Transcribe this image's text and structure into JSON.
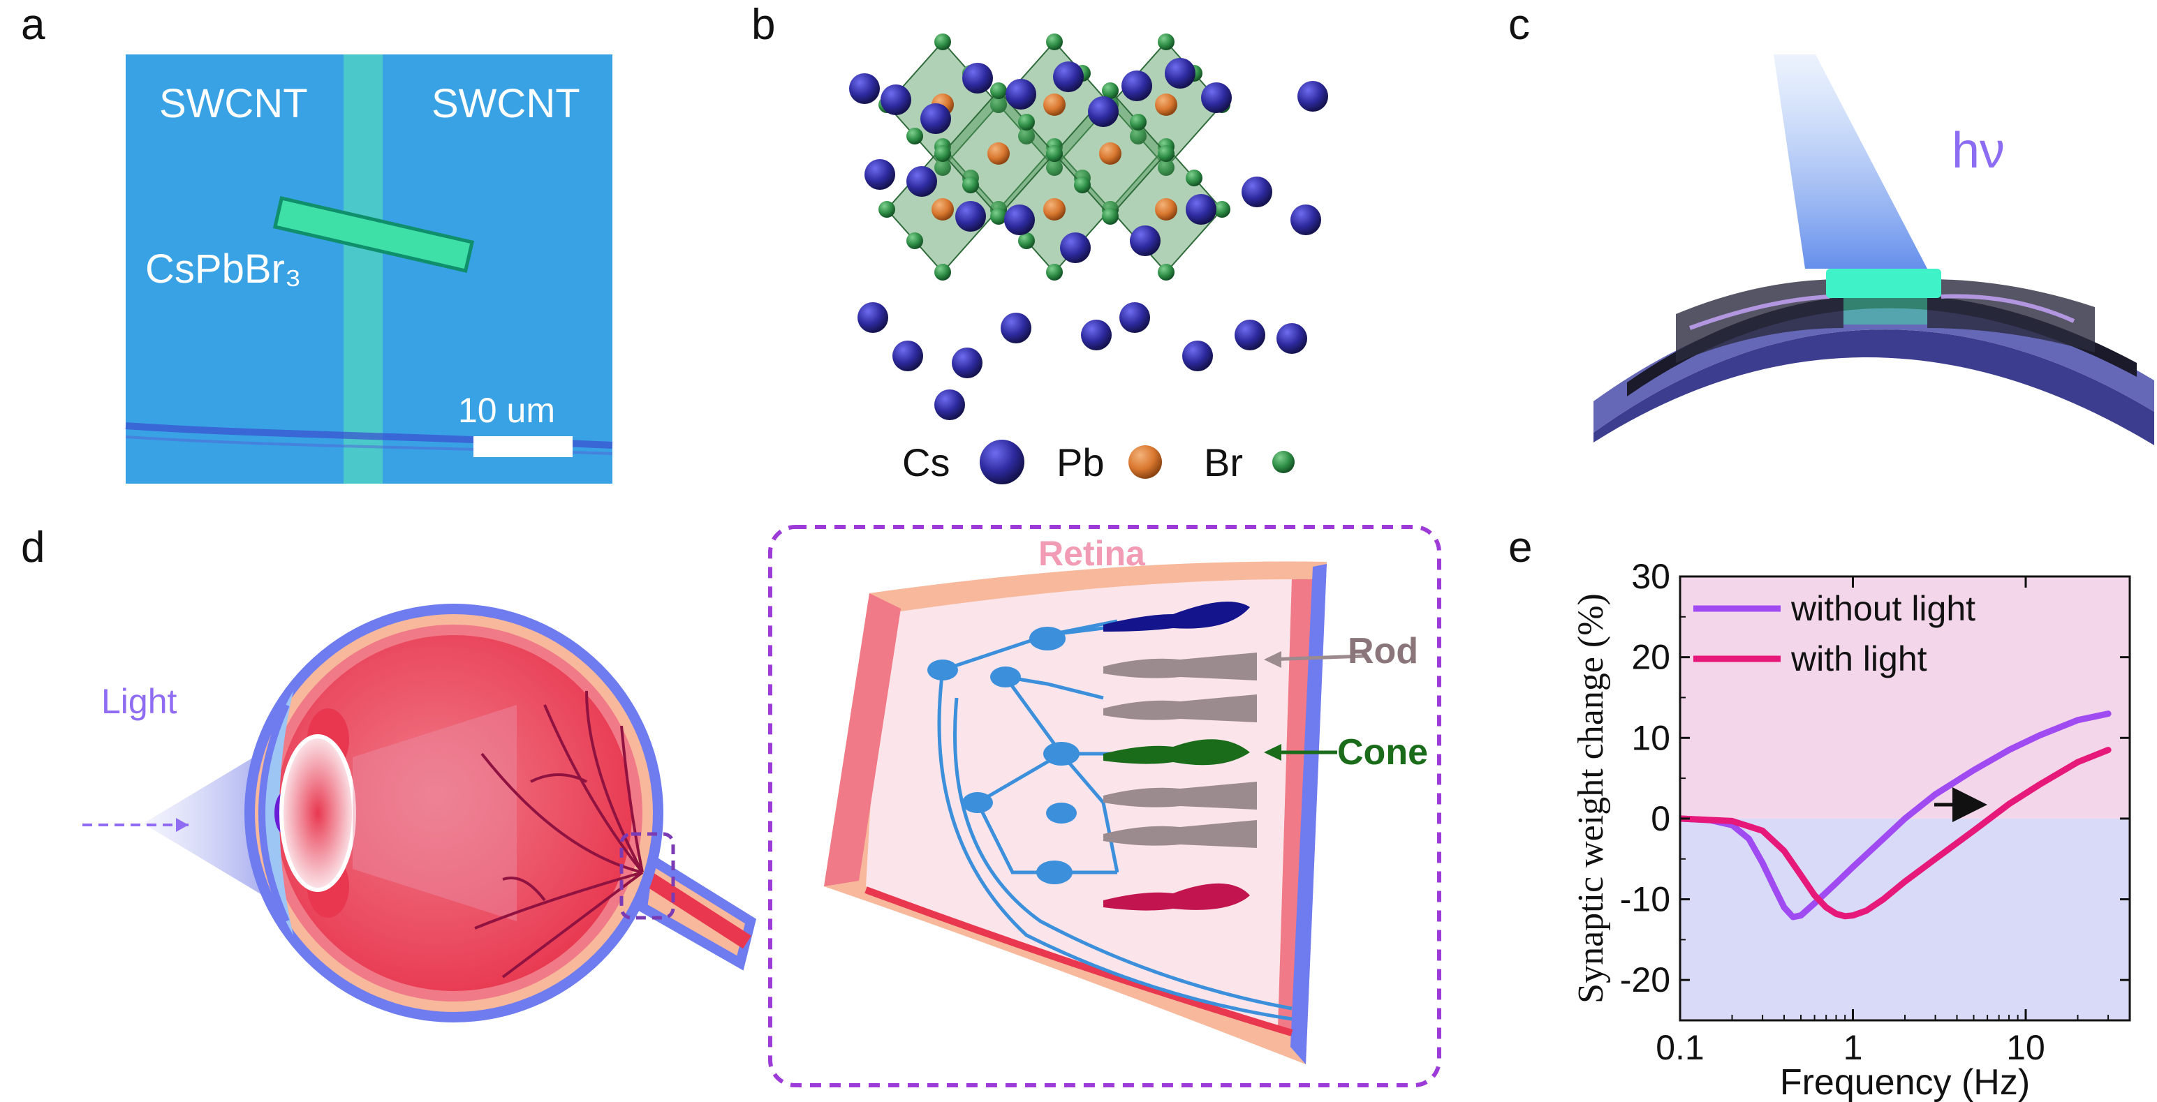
{
  "panels": {
    "a": {
      "letter": "a",
      "left_label": "SWCNT",
      "right_label": "SWCNT",
      "crystal_label": "CsPbBr₃",
      "scale_label": "10 um"
    },
    "b": {
      "letter": "b",
      "legend": [
        {
          "label": "Cs",
          "color": "#2d2a9e"
        },
        {
          "label": "Pb",
          "color": "#d9772f"
        },
        {
          "label": "Br",
          "color": "#2f8f46"
        }
      ]
    },
    "c": {
      "letter": "c",
      "light_label": "hν"
    },
    "d": {
      "letter": "d",
      "light_label": "Light",
      "retina_label": "Retina",
      "rod_label": "Rod",
      "cone_label": "Cone"
    },
    "e": {
      "letter": "e"
    }
  },
  "chart_data": {
    "type": "line",
    "xlabel": "Frequency (Hz)",
    "ylabel": "Synaptic weight change  (%)",
    "x_scale": "log",
    "xlim": [
      0.1,
      40
    ],
    "ylim": [
      -25,
      30
    ],
    "x_ticks": [
      0.1,
      1,
      10
    ],
    "x_tick_labels": [
      "0.1",
      "1",
      "10"
    ],
    "y_ticks": [
      -20,
      -10,
      0,
      10,
      20,
      30
    ],
    "y_tick_labels": [
      "-20",
      "-10",
      "0",
      "10",
      "20",
      "30"
    ],
    "legend_position": "top-left",
    "shading": {
      "above_zero": "#f3d6e9",
      "below_zero": "#d9daf7"
    },
    "series": [
      {
        "name": "without light",
        "color": "#a04bf2",
        "x": [
          0.1,
          0.15,
          0.2,
          0.25,
          0.3,
          0.35,
          0.4,
          0.45,
          0.5,
          0.6,
          0.8,
          1,
          1.5,
          2,
          3,
          5,
          8,
          12,
          20,
          30
        ],
        "y": [
          0,
          -0.2,
          -0.8,
          -2.5,
          -5.5,
          -8.5,
          -11,
          -12.2,
          -12,
          -10.5,
          -8,
          -6,
          -2.5,
          0,
          3,
          6,
          8.5,
          10.3,
          12.2,
          13
        ]
      },
      {
        "name": "with light",
        "color": "#e6197a",
        "x": [
          0.1,
          0.2,
          0.3,
          0.4,
          0.5,
          0.6,
          0.7,
          0.8,
          0.9,
          1,
          1.2,
          1.5,
          2,
          3,
          5,
          8,
          12,
          20,
          30
        ],
        "y": [
          0,
          -0.3,
          -1.5,
          -4,
          -7,
          -9.5,
          -11,
          -11.8,
          -12.1,
          -12,
          -11.4,
          -10,
          -7.8,
          -5,
          -1.5,
          1.8,
          4.2,
          7,
          8.5
        ]
      }
    ],
    "annotation": {
      "type": "arrow",
      "direction": "right"
    }
  }
}
